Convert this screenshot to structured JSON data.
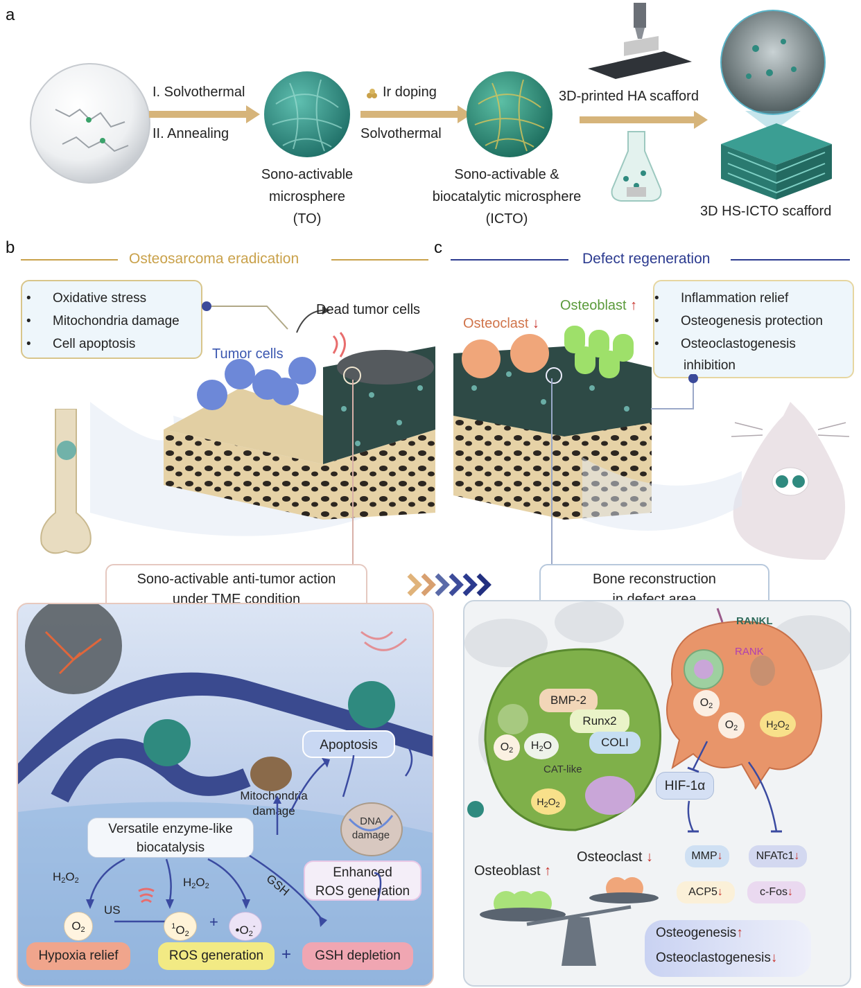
{
  "panel_a": {
    "letter": "a",
    "step1_line1": "I. Solvothermal",
    "step1_line2": "II. Annealing",
    "step2_line1": "Ir doping",
    "step2_line2": "Solvothermal",
    "step3_label": "3D-printed HA scafford",
    "to_label_1": "Sono-activable",
    "to_label_2": "microsphere",
    "to_label_3": "(TO)",
    "icto_label_1": "Sono-activable &",
    "icto_label_2": "biocatalytic microsphere",
    "icto_label_3": "(ICTO)",
    "scaffold_label": "3D HS-ICTO scafford"
  },
  "panel_b": {
    "letter": "b",
    "title": "Osteosarcoma eradication",
    "bullets": [
      "Oxidative stress",
      "Mitochondria damage",
      "Cell apoptosis"
    ],
    "dead_cells": "Dead tumor cells",
    "tumor_cells": "Tumor cells",
    "action_line1": "Sono-activable anti-tumor action",
    "action_line2": "under TME condition",
    "apoptosis": "Apoptosis",
    "mito_1": "Mitochondria",
    "mito_2": "damage",
    "dna_1": "DNA",
    "dna_2": "damage",
    "enzyme_1": "Versatile enzyme-like",
    "enzyme_2": "biocatalysis",
    "ros_enh_1": "Enhanced",
    "ros_enh_2": "ROS generation",
    "h2o2_a": "H",
    "h2o2_b": "H",
    "gsh": "GSH",
    "us": "US",
    "o2": "O",
    "hypoxia": "Hypoxia relief",
    "ros_gen": "ROS generation",
    "gsh_dep": "GSH depletion",
    "plus": "+"
  },
  "panel_c": {
    "letter": "c",
    "title": "Defect regeneration",
    "osteoclast": "Osteoclast",
    "osteoblast": "Osteoblast",
    "bullets": [
      "Inflammation relief",
      "Osteogenesis protection",
      "Osteoclastogenesis"
    ],
    "bullet_cont": "inhibition",
    "bone_line1": "Bone reconstruction",
    "bone_line2": "in defect area",
    "rankl": "RANKL",
    "rank": "RANK",
    "bmp2": "BMP-2",
    "runx2": "Runx2",
    "coli": "COLI",
    "cat_like": "CAT-like",
    "hif": "HIF-1α",
    "mmp": "MMP",
    "nfatc1": "NFATc1",
    "acp5": "ACP5",
    "cfos": "c-Fos",
    "osteoblast_bal": "Osteoblast",
    "osteoclast_bal": "Osteoclast",
    "osteogenesis": "Osteogenesis",
    "osteoclastogenesis": "Osteoclastogenesis"
  },
  "colors": {
    "gold": "#c9a14a",
    "navy": "#2b3a8f",
    "teal": "#2f8a7f",
    "red_arrow": "#c8322b"
  }
}
